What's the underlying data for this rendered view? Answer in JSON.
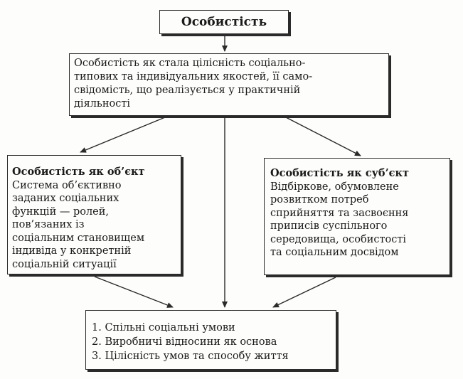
{
  "diagram": {
    "title": "Особистість",
    "definition": {
      "lines": [
        "Особистість як стала цілісність соціально-",
        "типових та індивідуальних якостей, її само-",
        "свідомість, що реалізується у практичній",
        "діяльності"
      ]
    },
    "object_box": {
      "heading": "Особистість як об’єкт",
      "lines": [
        "Система об’єктивно",
        "заданих соціальних",
        "функцій — ролей,",
        "пов’язаних із",
        "соціальним становищем",
        "індивіда у конкретній",
        "соціальній ситуації"
      ]
    },
    "subject_box": {
      "heading": "Особистість як суб’єкт",
      "lines": [
        "Відбіркове, обумовлене",
        "розвитком потреб",
        "сприйняття та засвоєння",
        "приписів суспільного",
        "середовища, особистості",
        "та соціальним досвідом"
      ]
    },
    "conditions": {
      "items": [
        "1. Спільні соціальні умови",
        "2. Виробничі відносини як основа",
        "3. Цілісність умов та способу життя"
      ]
    },
    "colors": {
      "ink": "#1a1a1a",
      "paper": "#fdfdfb"
    }
  }
}
